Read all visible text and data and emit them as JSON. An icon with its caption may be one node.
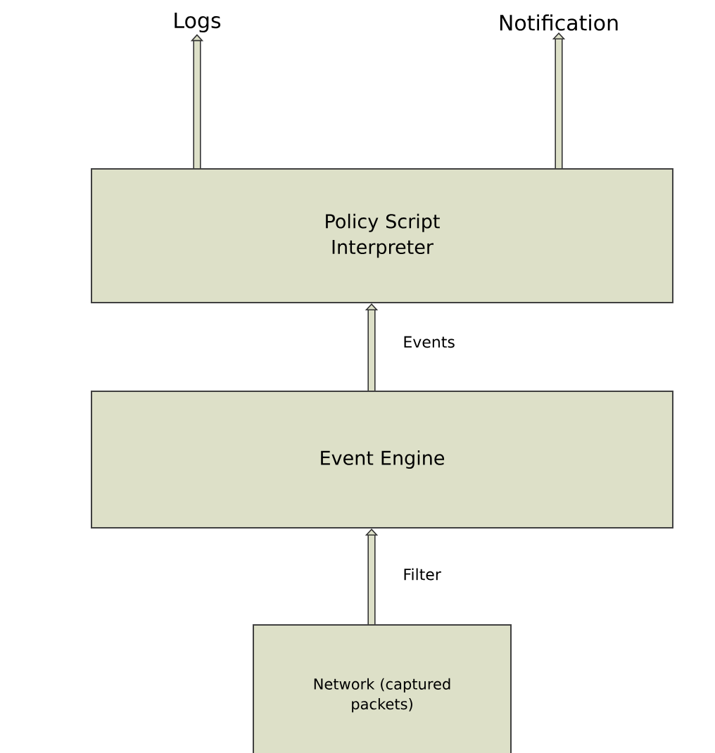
{
  "diagram": {
    "nodes": [
      {
        "text": [
          "Logs"
        ]
      },
      {
        "text": [
          "Notification"
        ]
      },
      {
        "text": [
          "Policy Script Interpreter"
        ]
      },
      {
        "text": [
          "Event Engine"
        ]
      },
      {
        "text": [
          "Network (captured packets)"
        ]
      }
    ],
    "edges": [
      {
        "from": 2,
        "to": 0,
        "arrow": "to"
      },
      {
        "from": 2,
        "to": 1,
        "arrow": "to"
      },
      {
        "from": 3,
        "to": 2,
        "arrow": "to",
        "label": "Events"
      },
      {
        "from": 4,
        "to": 3,
        "arrow": "to",
        "label": "Filter"
      }
    ]
  }
}
